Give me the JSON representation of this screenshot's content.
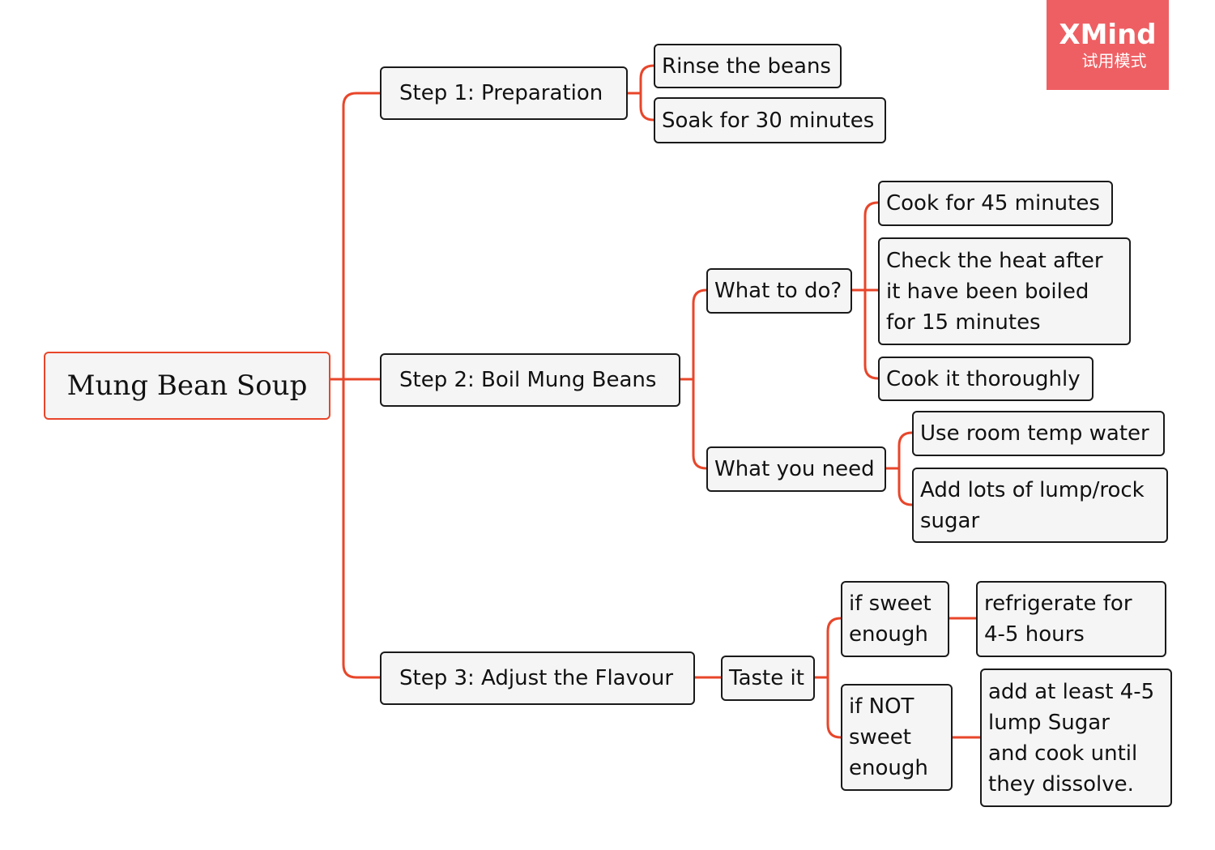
{
  "watermark": {
    "brand": "XMind",
    "mode": "试用模式"
  },
  "colors": {
    "connector": "#e8462a",
    "root_border": "#e8462a",
    "node_border": "#1a1a1a",
    "node_fill": "#f5f5f5",
    "watermark": "#ee5f63"
  },
  "mindmap": {
    "root": "Mung Bean Soup",
    "step1": {
      "label": "Step 1: Preparation",
      "items": [
        "Rinse the beans",
        "Soak for 30 minutes"
      ]
    },
    "step2": {
      "label": "Step 2: Boil Mung Beans",
      "todo": {
        "label": "What to do?",
        "items": [
          "Cook for 45 minutes",
          "Check the heat after\nit have been boiled\nfor 15 minutes",
          "Cook it thoroughly"
        ]
      },
      "need": {
        "label": "What you need",
        "items": [
          "Use room temp water",
          "Add lots of lump/rock\nsugar"
        ]
      }
    },
    "step3": {
      "label": "Step 3: Adjust the Flavour",
      "taste": "Taste it",
      "sweet": {
        "label": "if sweet\nenough",
        "action": "refrigerate for\n4-5 hours"
      },
      "not_sweet": {
        "label": "if NOT\nsweet\nenough",
        "action": "add at least 4-5\nlump Sugar\nand cook until\nthey dissolve."
      }
    }
  }
}
